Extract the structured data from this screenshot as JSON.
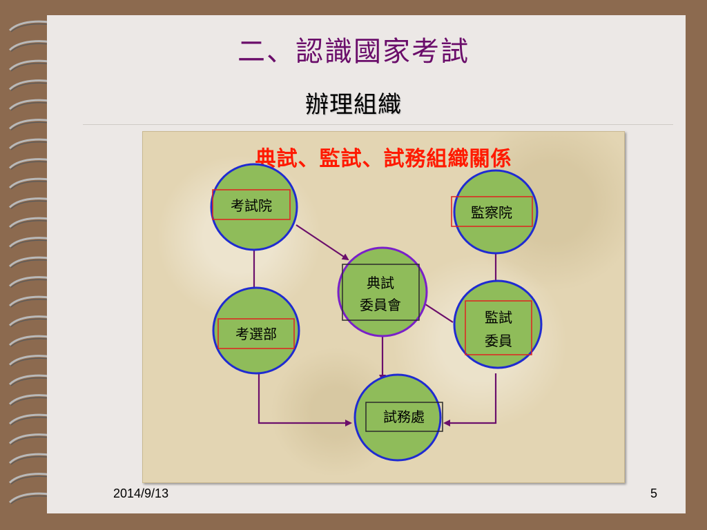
{
  "slide": {
    "title": "二、認識國家考試",
    "subtitle": "辦理組織",
    "footer_date": "2014/9/13",
    "page_number": "5"
  },
  "diagram": {
    "heading": "典試、監試、試務組織關係",
    "nodes": {
      "exam_yuan": "考試院",
      "control_yuan": "監察院",
      "exam_committee_line1": "典試",
      "exam_committee_line2": "委員會",
      "proctor_committee_line1": "監試",
      "proctor_committee_line2": "委員",
      "ministry_exam": "考選部",
      "exam_affairs": "試務處"
    }
  },
  "colors": {
    "circle_fill": "#8fbc5a",
    "circle_stroke": "#1f2bd1",
    "committee_stroke": "#7a1fc9",
    "arrow": "#6b0f6b",
    "label_box_red": "#e02020",
    "label_box_dark": "#2a2a2a",
    "title": "#6a0d6a",
    "heading": "#ff1a00"
  }
}
